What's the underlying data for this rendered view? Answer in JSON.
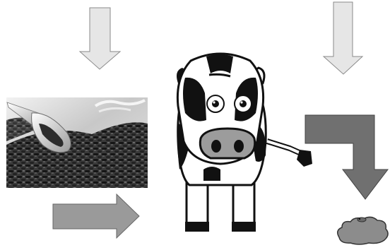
{
  "diagram": {
    "items": [
      {
        "id": "feed-arrow",
        "icon": "arrow-down-icon",
        "color": "#e6e6e6"
      },
      {
        "id": "water-arrow",
        "icon": "arrow-down-icon",
        "color": "#e6e6e6"
      },
      {
        "id": "feed",
        "icon": "feed-pellets-photo"
      },
      {
        "id": "intake-arrow",
        "icon": "arrow-right-icon",
        "color": "#9a9a9a"
      },
      {
        "id": "cow",
        "icon": "pixel-cow-icon"
      },
      {
        "id": "output-arrow",
        "icon": "elbow-arrow-down-icon",
        "color": "#707070"
      },
      {
        "id": "manure",
        "icon": "manure-pile-icon",
        "color": "#8c8c8c"
      }
    ]
  }
}
